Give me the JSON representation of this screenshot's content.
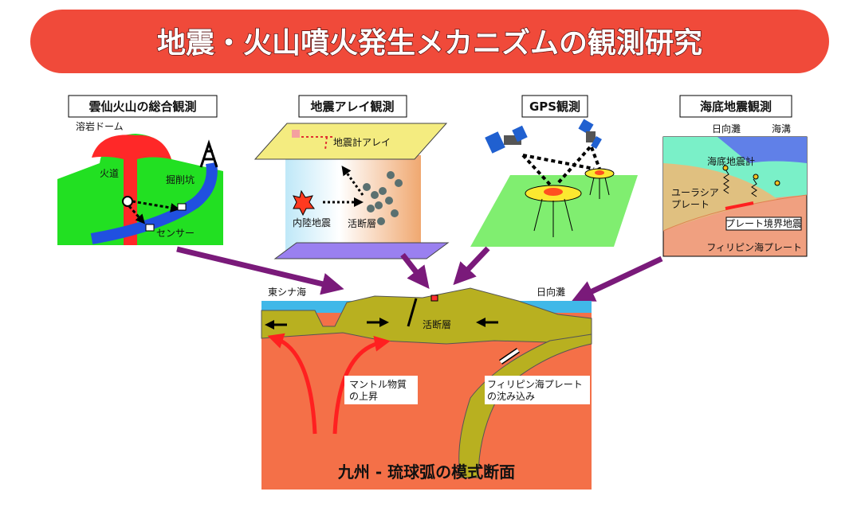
{
  "title": "地震・火山噴火発生メカニズムの観測研究",
  "panels": {
    "unzen": {
      "title": "雲仙火山の総合観測",
      "labels": {
        "dome": "溶岩ドーム",
        "conduit": "火道",
        "borehole": "掘削坑",
        "sensor": "センサー"
      }
    },
    "array": {
      "title": "地震アレイ観測",
      "labels": {
        "array": "地震計アレイ",
        "quake": "内陸地震",
        "fault": "活断層"
      }
    },
    "gps": {
      "title": "GPS観測"
    },
    "seafloor": {
      "title": "海底地震観測",
      "labels": {
        "hyuganada": "日向灘",
        "trench": "海溝",
        "obs": "海底地震計",
        "eurasia": "ユーラシア",
        "eurasia2": "プレート",
        "boundary": "プレート境界地震",
        "philippine": "フィリピン海プレート"
      }
    }
  },
  "section": {
    "title": "九州 - 琉球弧の模式断面",
    "labels": {
      "east_china_sea": "東シナ海",
      "hyuganada": "日向灘",
      "fault": "活断層",
      "mantle1": "マントル物質",
      "mantle2": "の上昇",
      "subduction1": "フィリピン海プレート",
      "subduction2": "の沈み込み"
    }
  },
  "colors": {
    "banner": "#f04a3a",
    "arrow": "#7a1a7a",
    "crust": "#b8b020",
    "mantle": "#f47048",
    "sea": "#40b8e8",
    "land": "#22e022"
  }
}
